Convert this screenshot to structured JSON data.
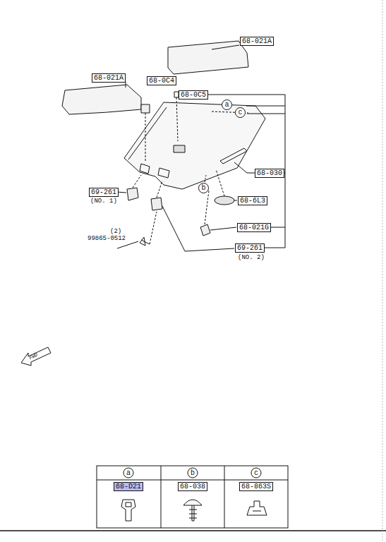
{
  "diagram": {
    "nodes": [
      {
        "text": [
          "68-021A"
        ]
      },
      {
        "text": [
          "68-021A"
        ]
      },
      {
        "text": [
          "68-0C4"
        ]
      },
      {
        "text": [
          "68-0C5"
        ]
      },
      {
        "text": [
          "a"
        ]
      },
      {
        "text": [
          "c"
        ]
      },
      {
        "text": [
          "68-030"
        ]
      },
      {
        "text": [
          "b"
        ]
      },
      {
        "text": [
          "68-6L3"
        ]
      },
      {
        "text": [
          "68-021G"
        ]
      },
      {
        "text": [
          "69-261"
        ]
      },
      {
        "text": [
          "69-261"
        ]
      }
    ],
    "labels": [
      "(NO. 1)",
      "(2)",
      "99865-0512",
      "(NO. 2)",
      "FWD",
      "a",
      "b",
      "c",
      "68-D21",
      "68-038",
      "68-863S"
    ]
  }
}
